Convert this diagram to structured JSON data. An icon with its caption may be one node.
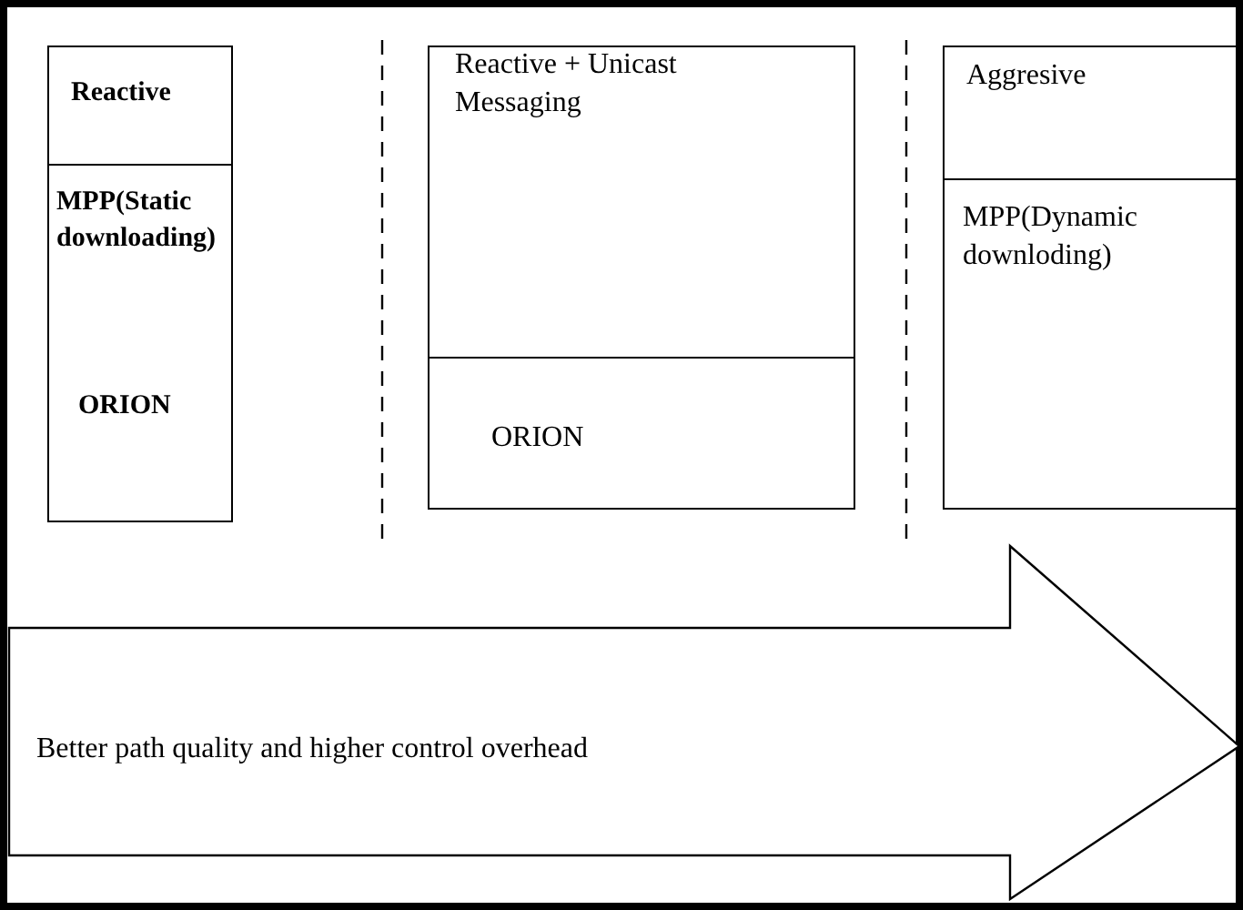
{
  "diagram": {
    "nodes": [
      {
        "text": [
          "Reactive",
          "MPP(Static downloading)",
          "ORION"
        ]
      },
      {
        "text": [
          "Reactive + Unicast Messaging",
          "ORION"
        ]
      },
      {
        "text": [
          "Aggresive",
          "MPP(Dynamic downloding)"
        ]
      },
      {
        "text": [
          "Better path quality and higher control overhead"
        ]
      }
    ]
  }
}
